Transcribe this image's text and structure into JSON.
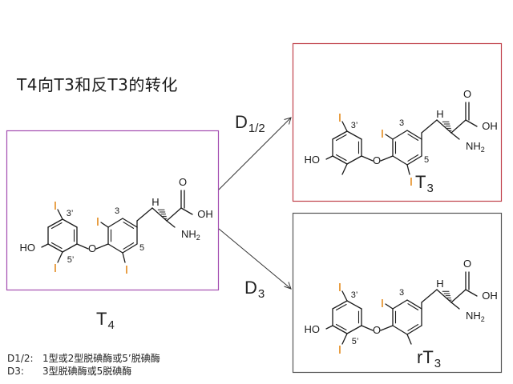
{
  "title": "T4向T3和反T3的转化",
  "colors": {
    "iodine": "#e07b00",
    "t4_box": "#a24cb0",
    "t3_box": "#c0404a",
    "rt3_box": "#555555",
    "bond": "#1a1a1a"
  },
  "arrows": {
    "upper": {
      "label": "D",
      "sub": "1/2"
    },
    "lower": {
      "label": "D",
      "sub": "3"
    }
  },
  "molecules": {
    "t4": {
      "name": "T",
      "name_sub": "4",
      "atoms": {
        "acid": "OH",
        "oxo": "O",
        "h": "H",
        "amine": "NH",
        "amine_sub": "2",
        "ether": "O",
        "hydroxyl": "HO",
        "iodine": "I"
      },
      "positions": {
        "p3": "3",
        "p5": "5",
        "p3p": "3’",
        "p5p": "5’"
      }
    },
    "t3": {
      "name": "T",
      "name_sub": "3",
      "atoms": {
        "acid": "OH",
        "oxo": "O",
        "h": "H",
        "amine": "NH",
        "amine_sub": "2",
        "ether": "O",
        "hydroxyl": "HO",
        "iodine": "I"
      },
      "positions": {
        "p3": "3",
        "p5": "5",
        "p3p": "3’"
      }
    },
    "rt3": {
      "name": "rT",
      "name_sub": "3",
      "atoms": {
        "acid": "OH",
        "oxo": "O",
        "h": "H",
        "amine": "NH",
        "amine_sub": "2",
        "ether": "O",
        "hydroxyl": "HO",
        "iodine": "I"
      },
      "positions": {
        "p3": "3",
        "p3p": "3’",
        "p5p": "5’"
      }
    }
  },
  "notes": [
    {
      "key": "D1/2:",
      "text": "1型或2型脱碘酶或5’脱碘酶"
    },
    {
      "key": "D3:",
      "text": "3型脱碘酶或5脱碘酶"
    }
  ]
}
